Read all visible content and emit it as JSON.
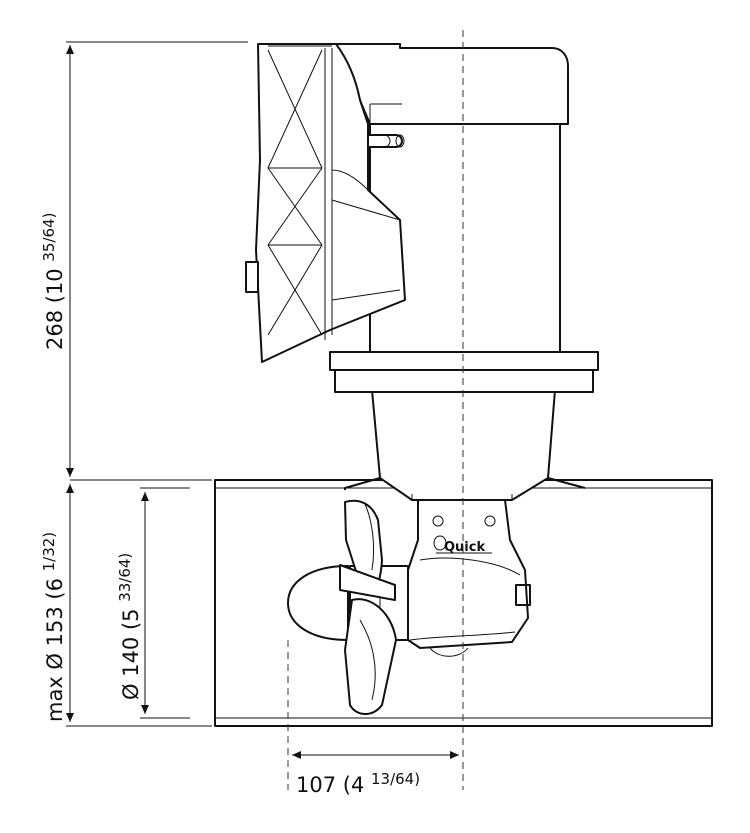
{
  "dimensions": {
    "height_total": "268 (10 ",
    "height_total_frac": "35/64)",
    "max_diameter": "max Ø 153 (6 ",
    "max_diameter_frac": "1/32)",
    "diameter": "Ø 140 (5 ",
    "diameter_frac": "33/64)",
    "offset": "107 (4 ",
    "offset_frac": "13/64)"
  },
  "brand": {
    "logo_text": "Quick"
  }
}
